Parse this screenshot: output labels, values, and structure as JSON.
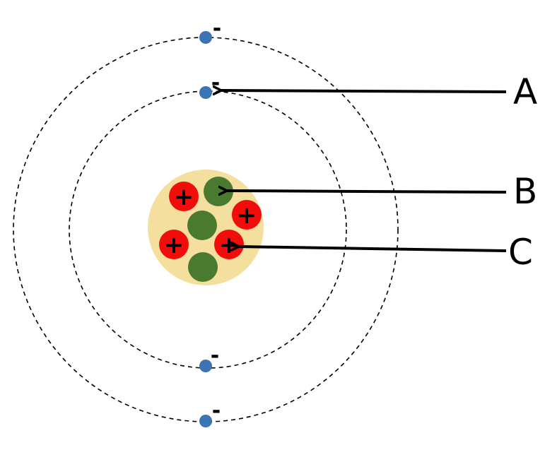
{
  "colors": {
    "background": "#ffffff",
    "nucleus": "#f5df9e",
    "proton": "#f20d0d",
    "neutron": "#4a7a2f",
    "electron": "#3b73b5",
    "line": "#000000"
  },
  "signs": {
    "proton": "+",
    "electron": "-"
  },
  "labels": {
    "a": "A",
    "b": "B",
    "c": "C"
  }
}
